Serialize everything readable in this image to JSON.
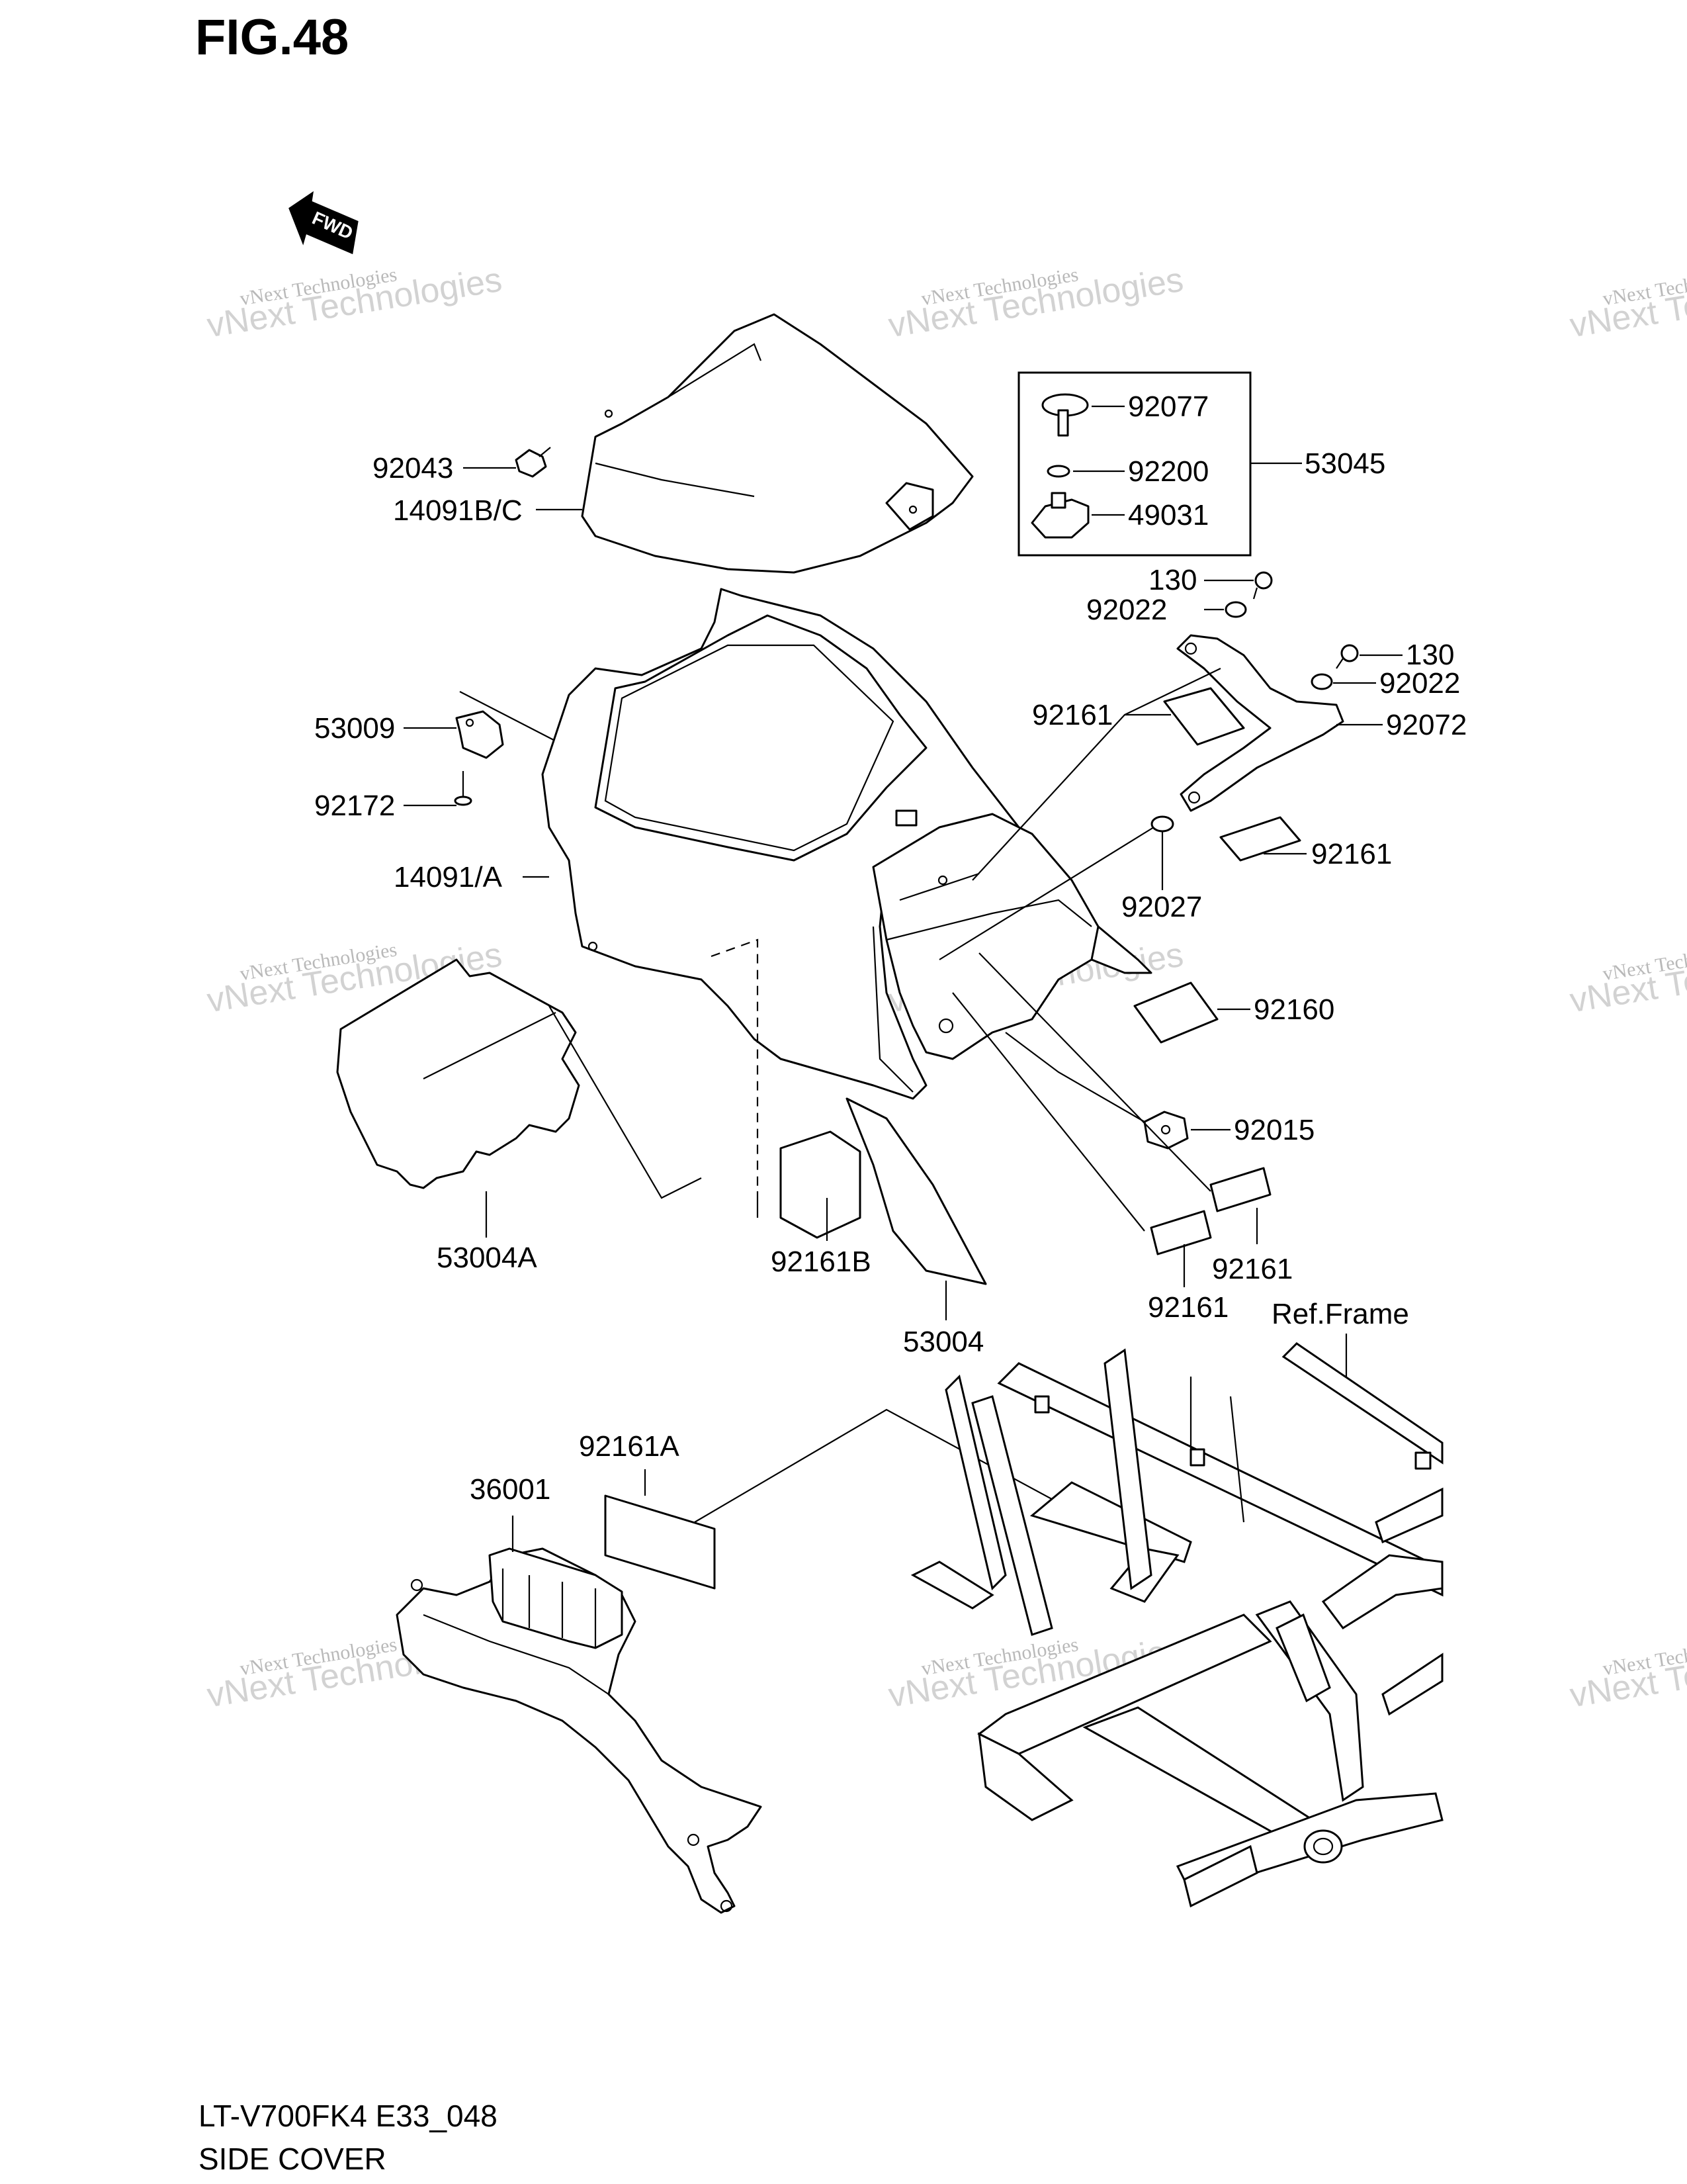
{
  "figure": {
    "title": "FIG.48",
    "model_code": "LT-V700FK4 E33_048",
    "section_name": "SIDE COVER"
  },
  "orientation": {
    "arrow_text": "FWD"
  },
  "watermark": {
    "line1": "vNext Technologies",
    "line2": "vNext Technologies"
  },
  "part_labels": [
    "92043",
    "14091B/C",
    "92077",
    "92200",
    "49031",
    "53045",
    "130",
    "92022",
    "130",
    "92022",
    "92072",
    "92161",
    "53009",
    "92172",
    "14091/A",
    "92161",
    "92027",
    "92160",
    "92015",
    "53004A",
    "92161B",
    "53004",
    "92161",
    "92161",
    "Ref.Frame",
    "92161A",
    "36001"
  ]
}
